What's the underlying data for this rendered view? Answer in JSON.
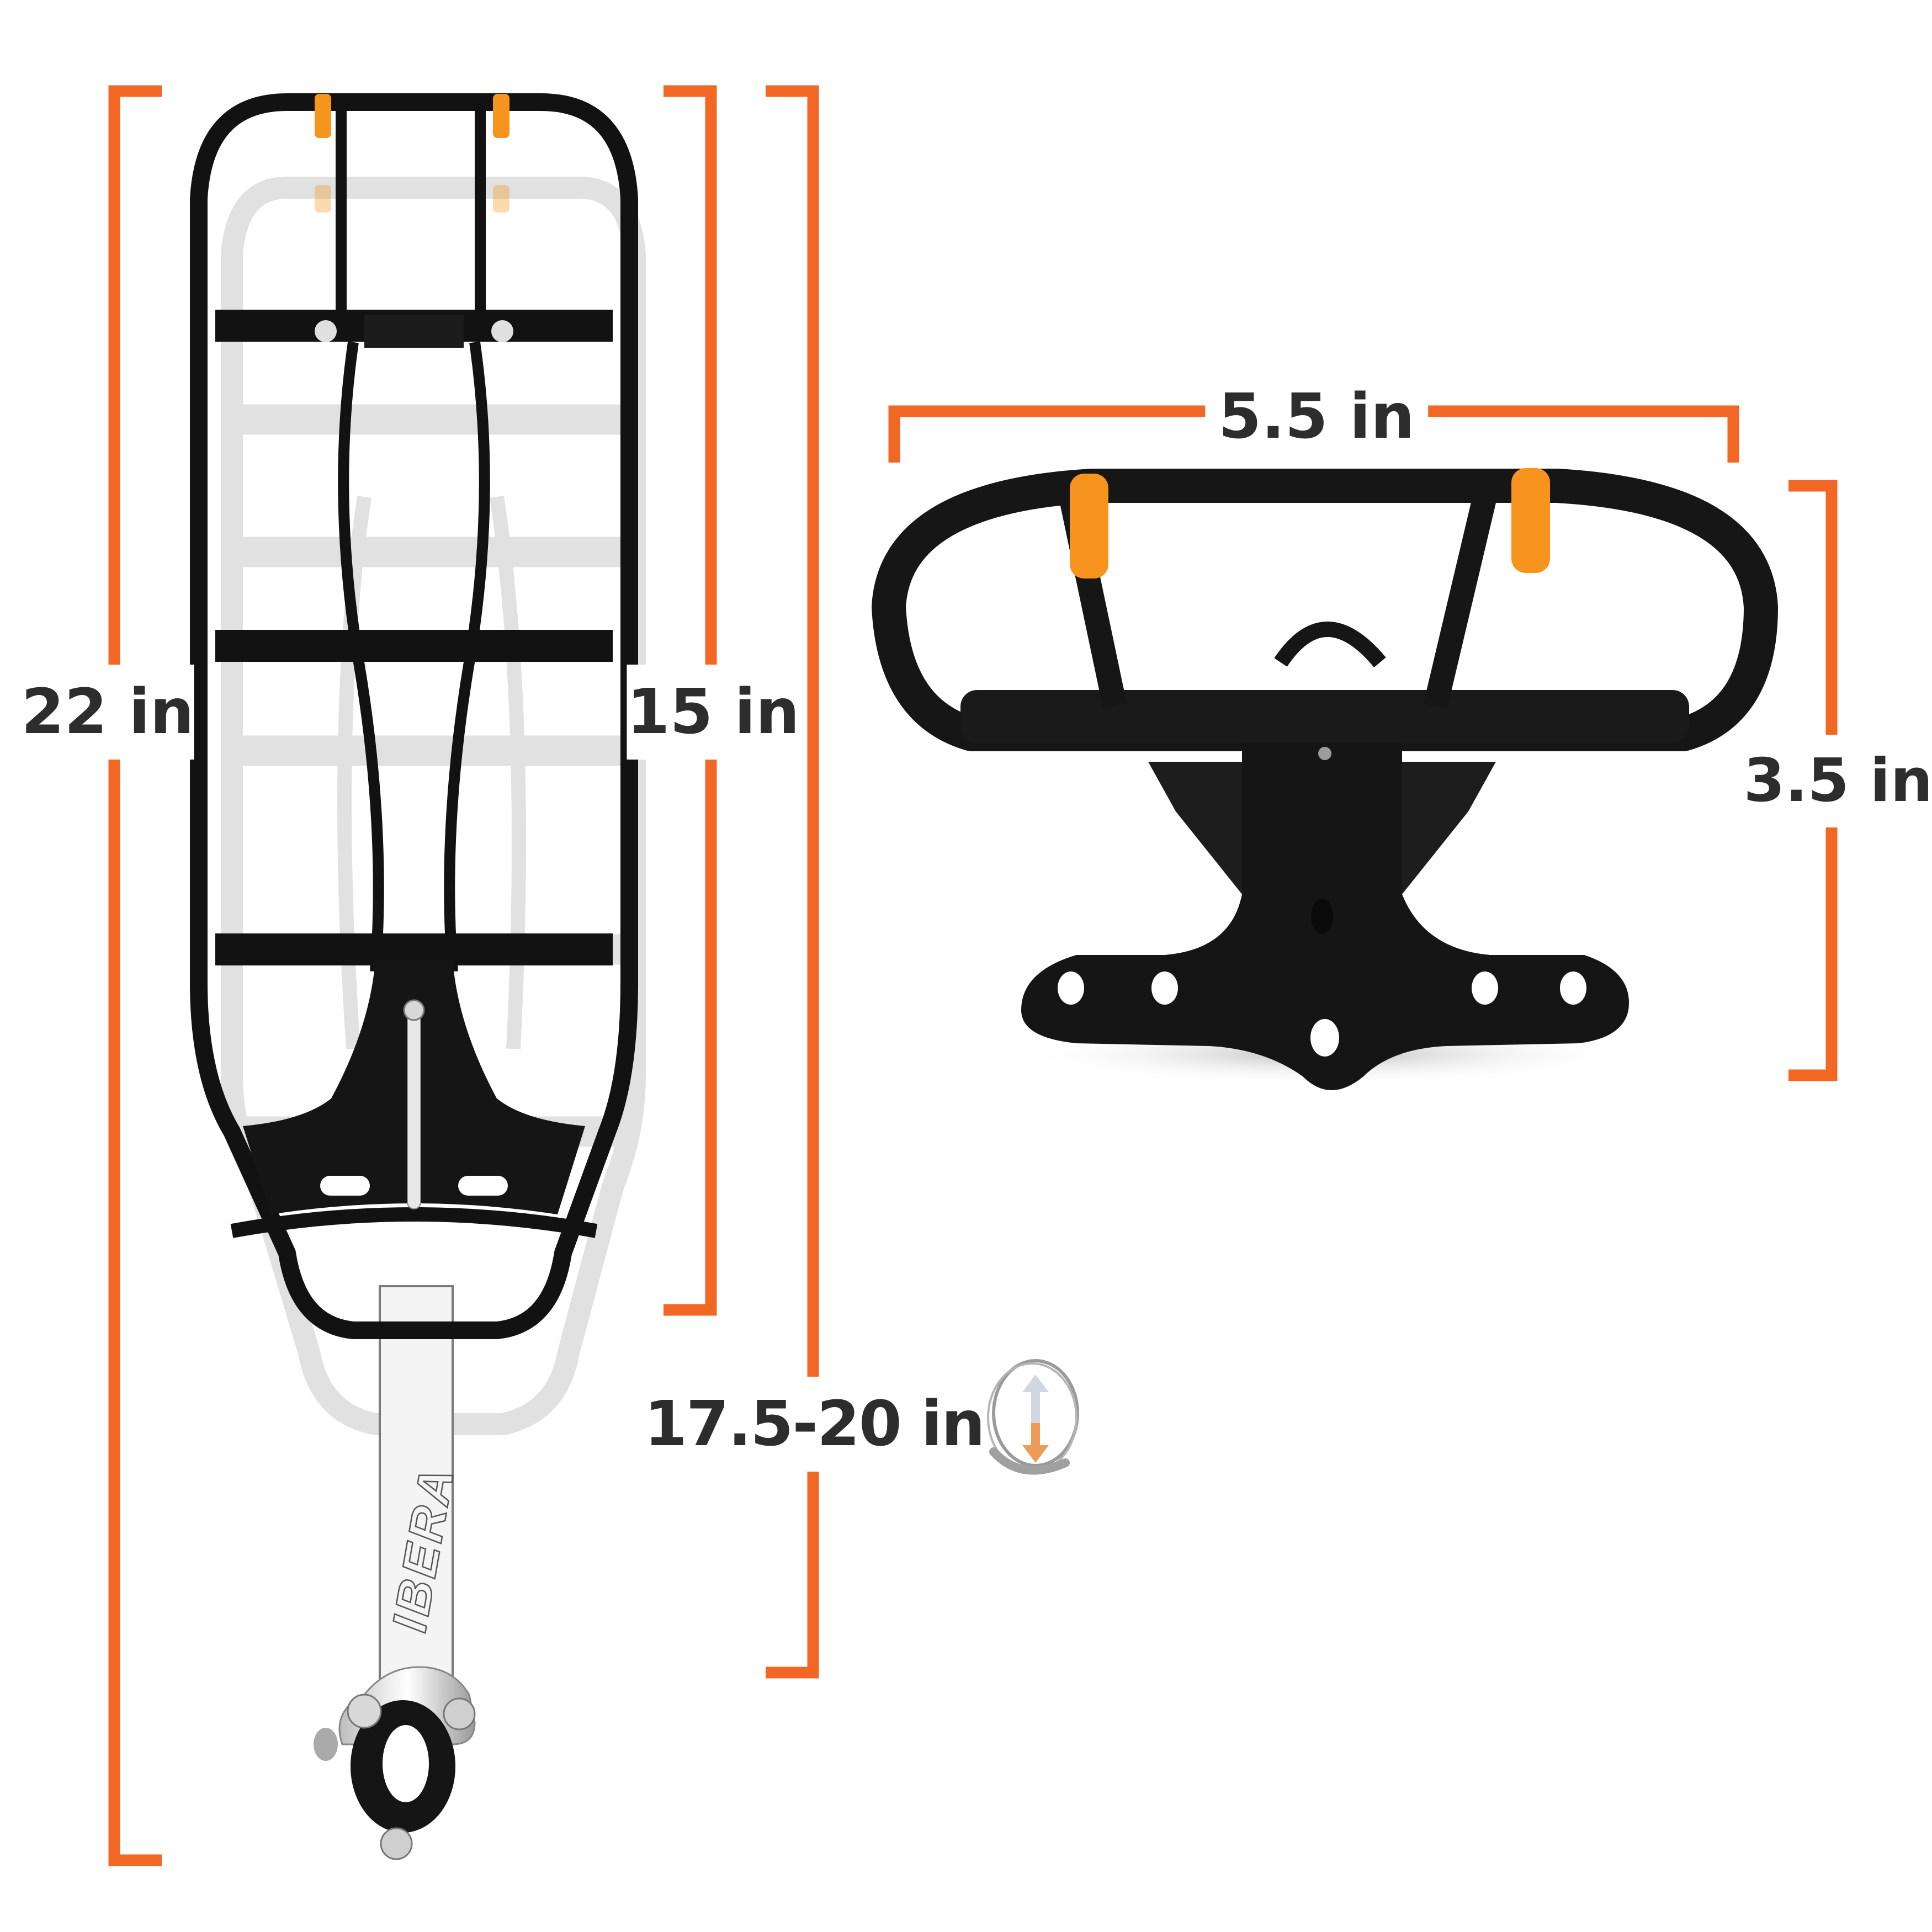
{
  "figure": {
    "subject": "Rear bicycle cargo rack dimensions",
    "brand_mark": "IBERA",
    "accent_color": "#F26724",
    "text_color": "#2D2D2D",
    "rack_color": "#111111",
    "strap_color": "#F7941D",
    "ghost_color": "#D4D4D4"
  },
  "dimensions": {
    "total_length": {
      "label": "22 in",
      "orientation": "vertical"
    },
    "platform_length": {
      "label": "15 in",
      "orientation": "vertical"
    },
    "adjustable_length": {
      "label": "17.5-20 in",
      "orientation": "vertical",
      "icon": "adjust-up-down-icon"
    },
    "width": {
      "label": "5.5 in",
      "orientation": "horizontal"
    },
    "height": {
      "label": "3.5 in",
      "orientation": "vertical"
    }
  },
  "views": [
    {
      "name": "top-view",
      "description": "Rack top view with extended ghost overlay and seatpost clamp"
    },
    {
      "name": "end-view",
      "description": "Rack rear end view with mounting plate"
    }
  ]
}
